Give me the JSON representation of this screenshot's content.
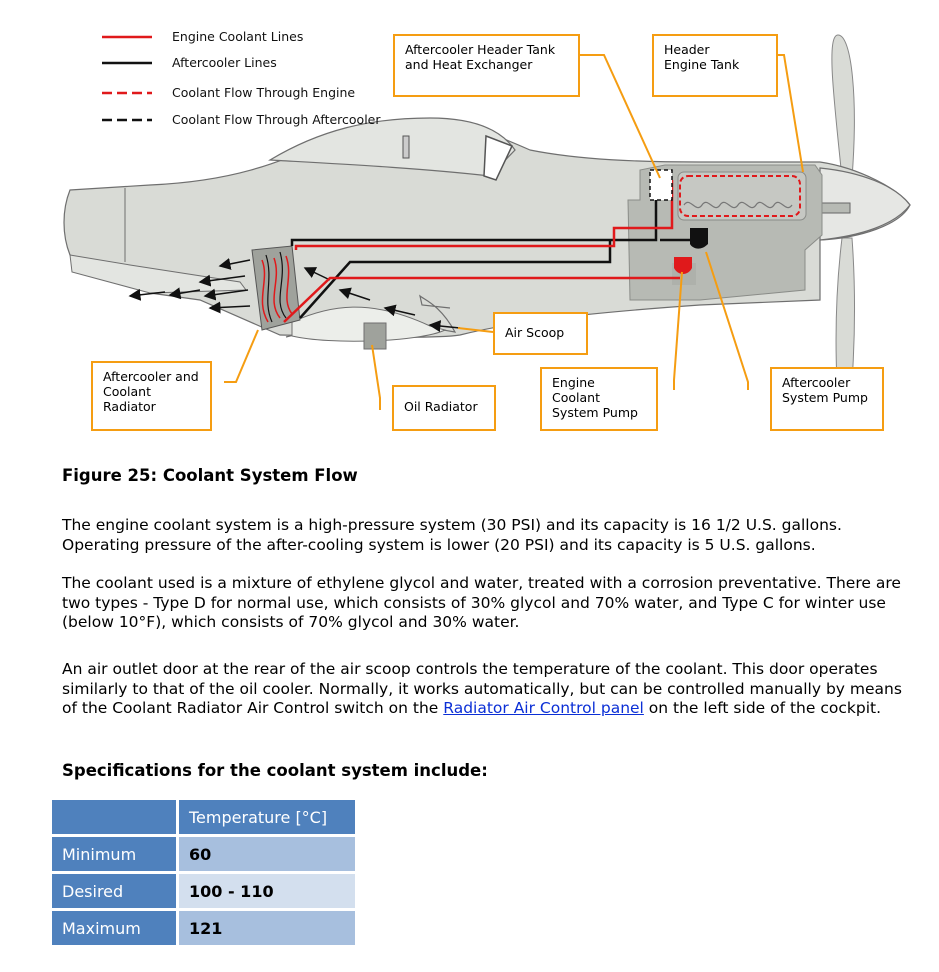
{
  "legend": [
    {
      "label": "Engine Coolant Lines",
      "color": "#e0191b",
      "style": "solid"
    },
    {
      "label": "Aftercooler Lines",
      "color": "#111111",
      "style": "solid"
    },
    {
      "label": "Coolant Flow Through Engine",
      "color": "#e0191b",
      "style": "dashed"
    },
    {
      "label": "Coolant Flow Through Aftercooler",
      "color": "#111111",
      "style": "dashed"
    }
  ],
  "callouts": {
    "aftercooler_header": "Aftercooler Header Tank\nand Heat Exchanger",
    "header_engine_tank": "Header\nEngine Tank",
    "air_scoop": "Air Scoop",
    "aftercooler_radiator": "Aftercooler and\nCoolant\nRadiator",
    "oil_radiator": "Oil Radiator",
    "engine_pump": "Engine Coolant\nSystem Pump",
    "aftercooler_pump": "Aftercooler\nSystem Pump"
  },
  "colors": {
    "callout_border": "#f59d12",
    "fuselage": "#d9dbd6",
    "engine": "#b7bab4",
    "header_blue": "#4f81bd"
  },
  "caption": "Figure 25: Coolant System Flow",
  "paragraphs": {
    "p1": "The engine coolant system is a high-pressure system (30 PSI) and its capacity is 16 1/2 U.S. gallons. Operating pressure of the after-cooling system is lower (20 PSI) and its capacity is 5 U.S. gallons.",
    "p2": "The coolant used is a mixture of ethylene glycol and water, treated with a corrosion preventative. There are two types - Type D for normal use, which consists of 30% glycol and 70% water, and Type C for winter use (below 10°F), which consists of 70% glycol and 30% water.",
    "p3_before": "An air outlet door at the rear of the air scoop controls the temperature of the coolant. This door operates similarly to that of the oil cooler. Normally, it works automatically, but can be controlled manually by means of the Coolant Radiator Air Control switch on the ",
    "p3_link": "Radiator Air Control panel",
    "p3_after": " on the left side of the cockpit."
  },
  "spec_title": "Specifications for the coolant system include:",
  "table": {
    "header": "Temperature [°C]",
    "rows": [
      {
        "label": "Minimum",
        "value": "60"
      },
      {
        "label": "Desired",
        "value": "100 - 110"
      },
      {
        "label": "Maximum",
        "value": "121"
      }
    ]
  }
}
